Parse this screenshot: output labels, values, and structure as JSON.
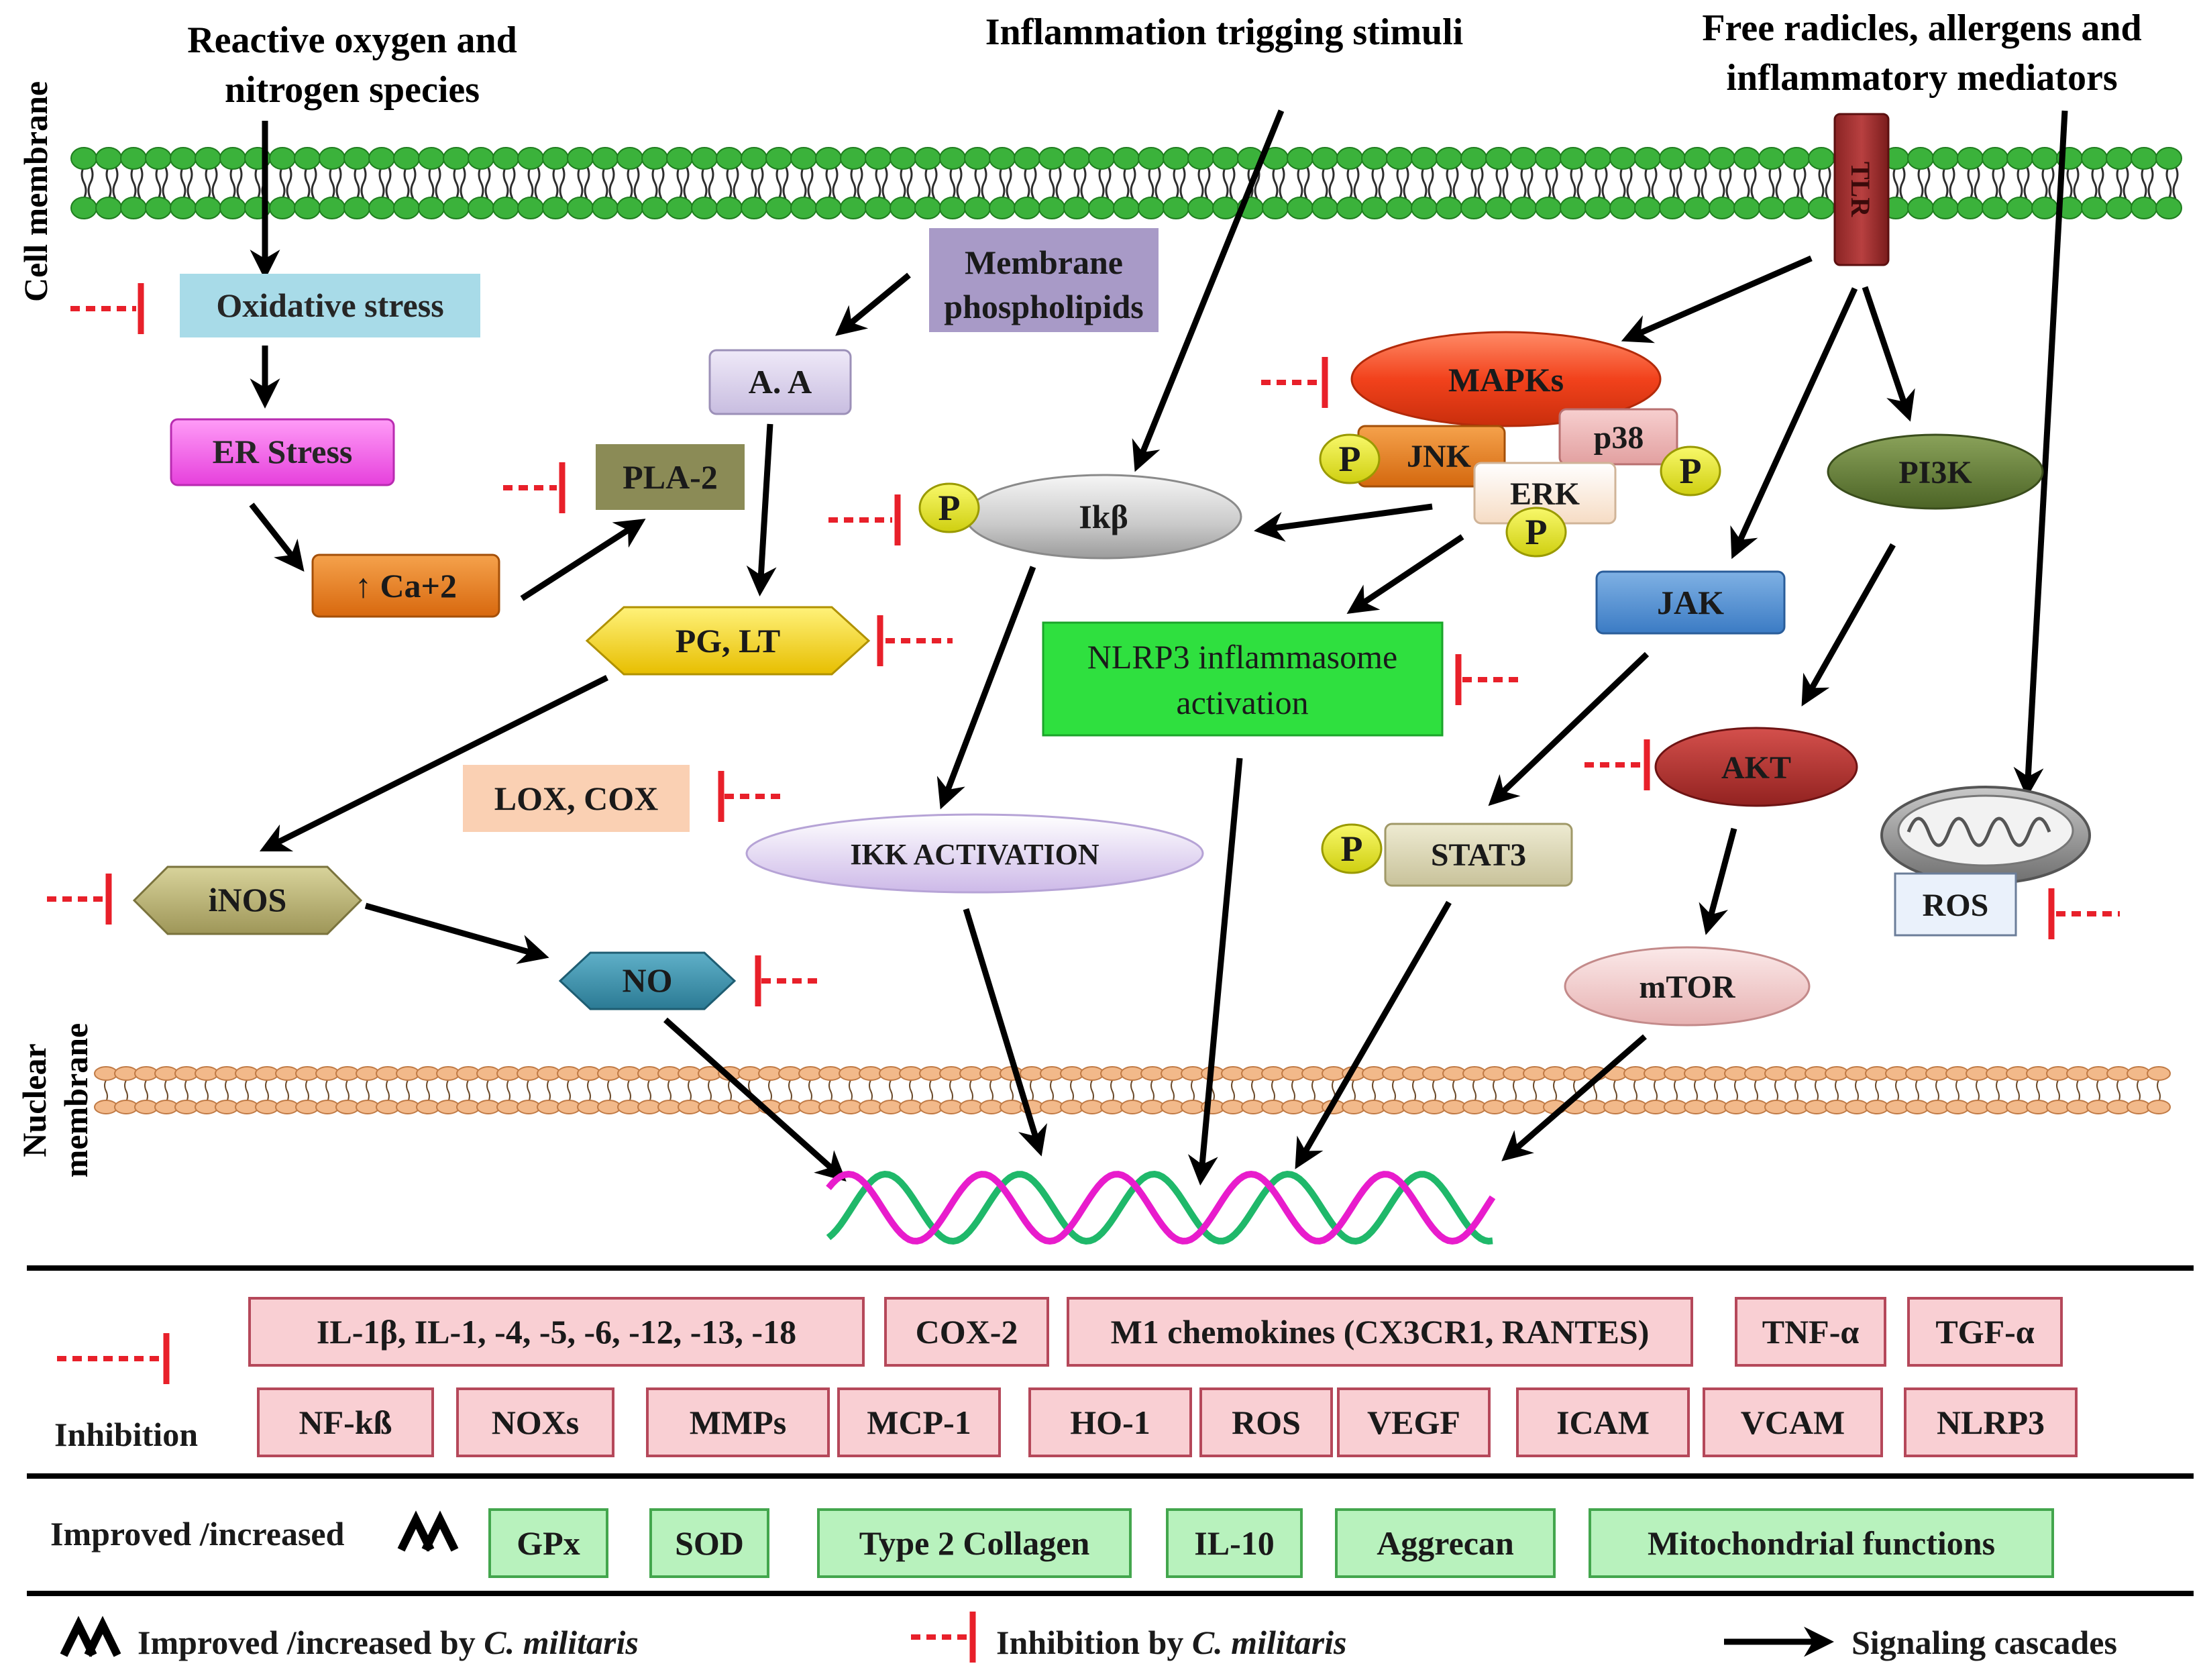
{
  "labels": {
    "stimulus_ros": [
      "Reactive oxygen and",
      "nitrogen species"
    ],
    "stimulus_inflammation": "Inflammation trigging stimuli",
    "stimulus_radicals": [
      "Free radicles, allergens and",
      "inflammatory mediators"
    ],
    "cell_membrane": "Cell membrane",
    "nuclear_membrane": [
      "Nuclear",
      "membrane"
    ],
    "phospho": "P"
  },
  "nodes": {
    "oxidative_stress": "Oxidative stress",
    "er_stress": "ER Stress",
    "calcium": "↑ Ca+2",
    "pla2": "PLA-2",
    "membrane_phospholipids": [
      "Membrane",
      "phospholipids"
    ],
    "aa": "A. A",
    "pg_lt": "PG, LT",
    "lox_cox": "LOX, COX",
    "inos": "iNOS",
    "no": "NO",
    "ikb": "Ikβ",
    "ikk": "IKK ACTIVATION",
    "mapks": "MAPKs",
    "jnk": "JNK",
    "p38": "p38",
    "erk": "ERK",
    "nlrp3": [
      "NLRP3 inflammasome",
      "activation"
    ],
    "tlr": "TLR",
    "jak": "JAK",
    "stat3": "STAT3",
    "pi3k": "PI3K",
    "akt": "AKT",
    "mtor": "mTOR",
    "ros": "ROS"
  },
  "inhibition_row1": [
    "IL-1β, IL-1, -4, -5, -6, -12, -13, -18",
    "COX-2",
    "M1 chemokines (CX3CR1, RANTES)",
    "TNF-α",
    "TGF-α"
  ],
  "inhibition_row2": [
    "NF-kß",
    "NOXs",
    "MMPs",
    "MCP-1",
    "HO-1",
    "ROS",
    "VEGF",
    "ICAM",
    "VCAM",
    "NLRP3"
  ],
  "inhibition_label": "Inhibition",
  "improved_label": "Improved /increased",
  "improved_items": [
    "GPx",
    "SOD",
    "Type 2 Collagen",
    "IL-10",
    "Aggrecan",
    "Mitochondrial functions"
  ],
  "legend": {
    "improved": "Improved /increased by ",
    "inhibition": "Inhibition by ",
    "species": "C. militaris",
    "signaling": "Signaling cascades"
  },
  "colors": {
    "arrow": "#000000",
    "inhibit": "#e8202a",
    "membrane": "#3bb23b",
    "nuclear_membrane": "#f2b98a",
    "dna_green": "#1fb86a",
    "dna_magenta": "#e81ccc",
    "inhibit_box": "#f9cfd3",
    "improve_box": "#b8f2bd",
    "phospho": "#e7e725"
  }
}
